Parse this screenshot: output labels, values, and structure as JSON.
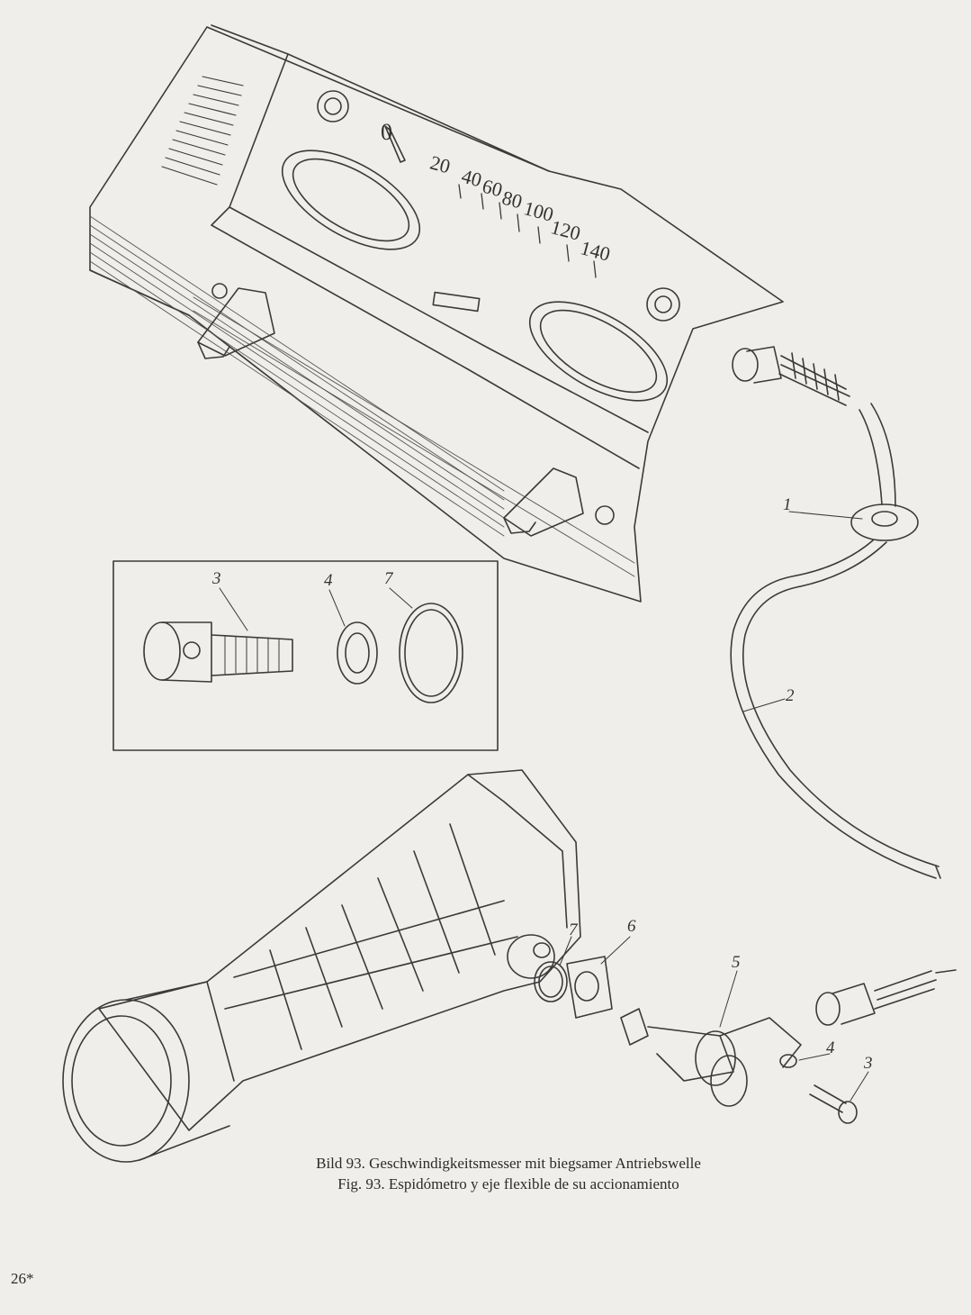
{
  "figure": {
    "caption_de": "Bild 93. Geschwindigkeitsmesser mit biegsamer Antriebswelle",
    "caption_es": "Fig. 93. Espidómetro y eje flexible de su accionamiento",
    "callouts": [
      "1",
      "2",
      "3",
      "4",
      "7",
      "7",
      "6",
      "5",
      "4",
      "3"
    ],
    "speed_scale": [
      "0",
      "20",
      "40",
      "60",
      "80",
      "100",
      "120",
      "140"
    ]
  },
  "page": {
    "number": "26*"
  }
}
